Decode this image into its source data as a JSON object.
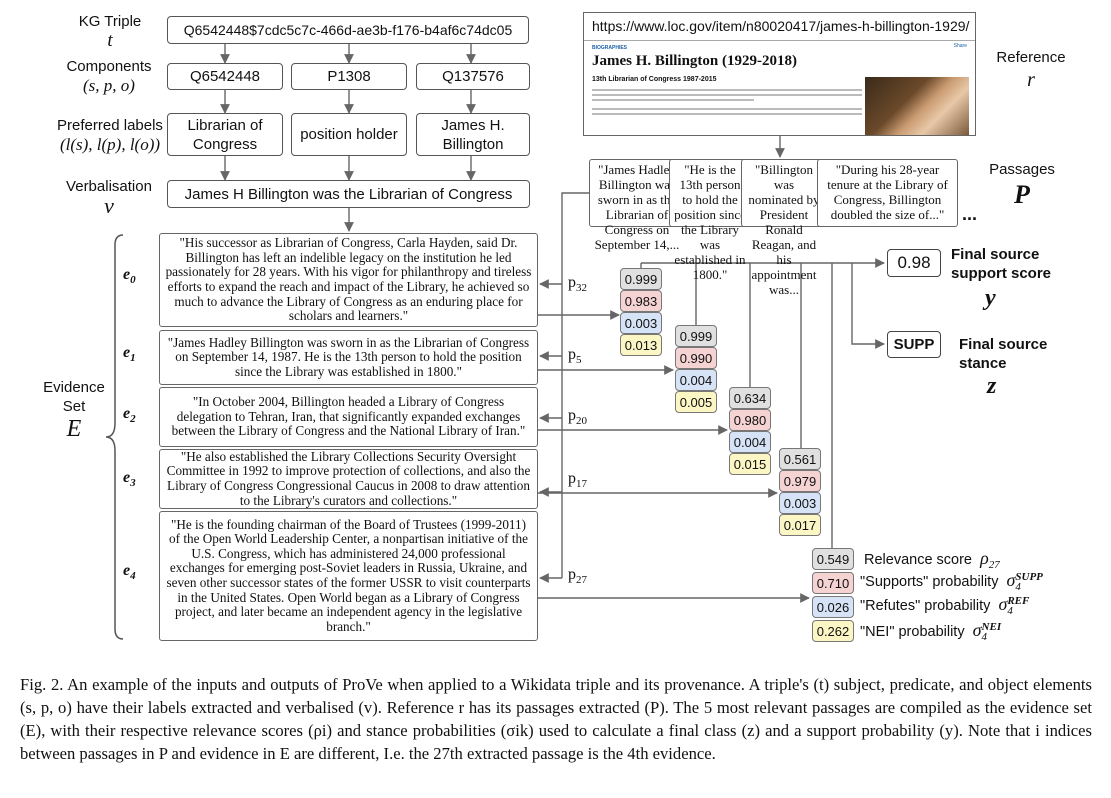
{
  "labels": {
    "kg_triple": "KG Triple",
    "t": "t",
    "components": "Components",
    "spo": "(s, p, o)",
    "preferred": "Preferred labels",
    "lspo": "(l(s), l(p), l(o))",
    "verbalisation": "Verbalisation",
    "v": "v",
    "evidence": "Evidence",
    "set": "Set",
    "E": "E",
    "reference": "Reference",
    "r": "r",
    "passages": "Passages",
    "P": "P",
    "ellipsis": "...",
    "final_score": "Final source",
    "final_score2": "support score",
    "y": "y",
    "final_stance": "Final source",
    "final_stance2": "stance",
    "z": "z"
  },
  "triple": "Q6542448$7cdc5c7c-466d-ae3b-f176-b4af6c74dc05",
  "components": [
    "Q6542448",
    "P1308",
    "Q137576"
  ],
  "preferred_labels": [
    "Librarian of Congress",
    "position holder",
    "James H. Billington"
  ],
  "verbalisation": "James H Billington was the Librarian of Congress",
  "reference": {
    "url": "https://www.loc.gov/item/n80020417/james-h-billington-1929/",
    "kicker": "BIOGRAPHIES",
    "title": "James H. Billington (1929-2018)",
    "subtitle": "13th Librarian of Congress 1987-2015",
    "share": "Share"
  },
  "passages": [
    "\"James Hadley Billington was sworn in as the Librarian of Congress on September 14,...",
    "\"He is the 13th person to hold the position since the Library was established in 1800.\"",
    "\"Billington was nominated by President Ronald Reagan, and his appointment was...",
    "\"During his 28-year tenure at the Library of Congress, Billington doubled the size of...\""
  ],
  "evidence": [
    {
      "label": "e",
      "idx": "0",
      "p": "p",
      "pidx": "32",
      "text": "\"His successor as Librarian of Congress, Carla Hayden, said Dr. Billington has left an indelible legacy on the institution he led passionately for 28 years. With his vigor for philanthropy and tireless efforts to expand the reach and impact of the Library, he achieved so much to advance the Library of Congress as an enduring place for scholars and learners.\"",
      "scores": [
        "0.999",
        "0.983",
        "0.003",
        "0.013"
      ]
    },
    {
      "label": "e",
      "idx": "1",
      "p": "p",
      "pidx": "5",
      "text": "\"James Hadley Billington was sworn in as the Librarian of Congress on September 14, 1987. He is the 13th person to hold the position since the Library was established in 1800.\"",
      "scores": [
        "0.999",
        "0.990",
        "0.004",
        "0.005"
      ]
    },
    {
      "label": "e",
      "idx": "2",
      "p": "p",
      "pidx": "20",
      "text": "\"In October 2004, Billington headed a Library of Congress delegation to Tehran, Iran, that significantly expanded exchanges between the Library of Congress and the National Library of Iran.\"",
      "scores": [
        "0.634",
        "0.980",
        "0.004",
        "0.015"
      ]
    },
    {
      "label": "e",
      "idx": "3",
      "p": "p",
      "pidx": "17",
      "text": "\"He also established the Library Collections Security Oversight Committee in 1992 to improve protection of collections, and also the Library of Congress Congressional Caucus in 2008 to draw attention to the Library's curators and collections.\"",
      "scores": [
        "0.561",
        "0.979",
        "0.003",
        "0.017"
      ]
    },
    {
      "label": "e",
      "idx": "4",
      "p": "p",
      "pidx": "27",
      "text": "\"He is the founding chairman of the Board of Trustees (1999-2011) of the Open World Leadership Center, a nonpartisan initiative of the U.S. Congress, which has administered 24,000 professional exchanges for emerging post-Soviet leaders in Russia, Ukraine, and seven other successor states of the former USSR to visit counterparts in the United States. Open World began as a Library of Congress project, and later became an independent agency in the legislative branch.\"",
      "scores": [
        "0.549",
        "0.710",
        "0.026",
        "0.262"
      ]
    }
  ],
  "legend": [
    {
      "text": "Relevance score",
      "sym": "ρ",
      "sub": "27",
      "sup": ""
    },
    {
      "text": "\"Supports\" probability",
      "sym": "σ",
      "sub": "4",
      "sup": "SUPP"
    },
    {
      "text": "\"Refutes\" probability",
      "sym": "σ",
      "sub": "4",
      "sup": "REF"
    },
    {
      "text": "\"NEI\" probability",
      "sym": "σ",
      "sub": "4",
      "sup": "NEI"
    }
  ],
  "final_score": "0.98",
  "final_stance": "SUPP",
  "caption": {
    "prefix": "Fig. 2.",
    "text": "An example of the inputs and outputs of ProVe when applied to a Wikidata triple and its provenance. A triple's (t) subject, predicate, and object elements (s, p, o) have their labels extracted and verbalised (v). Reference r has its passages extracted (P). The 5 most relevant passages are compiled as the evidence set (E), with their respective relevance scores (ρi) and stance probabilities (σik) used to calculate a final class (z) and a support probability (y). Note that i indices between passages in P and evidence in E are different, I.e. the 27th extracted passage is the 4th evidence."
  }
}
